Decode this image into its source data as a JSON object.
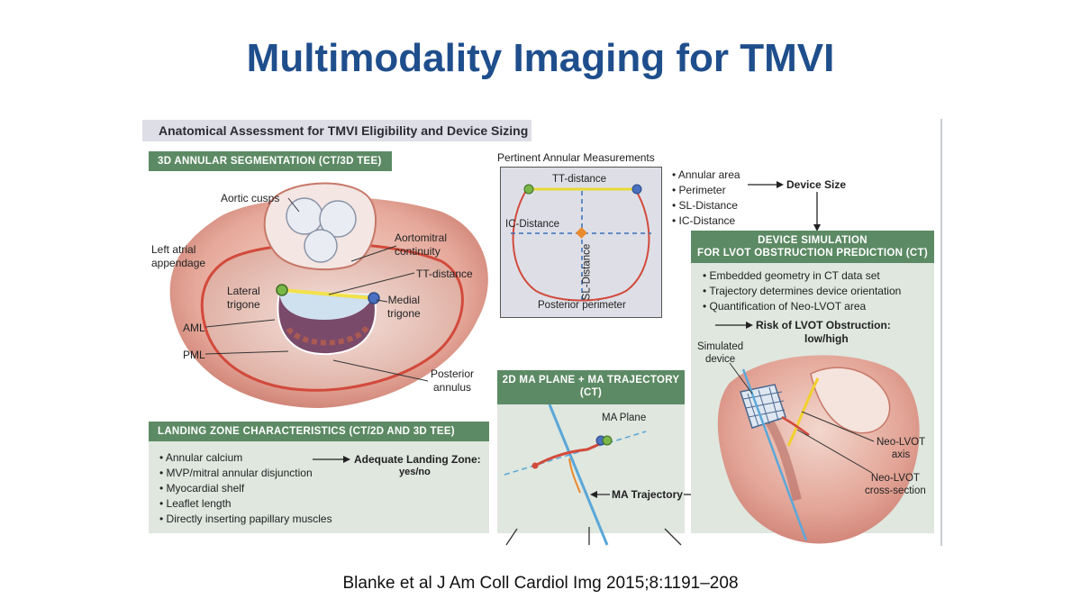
{
  "title": "Multimodality Imaging for TMVI",
  "citation": "Blanke et al J Am Coll Cardiol Img 2015;8:1191–208",
  "figure": {
    "header": "Anatomical Assessment for TMVI Eligibility and Device Sizing",
    "segmentation": {
      "heading": "3D ANNULAR SEGMENTATION (CT/3D TEE)",
      "labels": {
        "aortic_cusps": "Aortic cusps",
        "left_atrial_appendage": "Left atrial\nappendage",
        "aortomitral_continuity": "Aortomitral\ncontinuity",
        "tt_distance": "TT-distance",
        "lateral_trigone": "Lateral\ntrigone",
        "medial_trigone": "Medial\ntrigone",
        "aml": "AML",
        "pml": "PML",
        "posterior_annulus": "Posterior\nannulus"
      }
    },
    "measurements": {
      "heading": "Pertinent Annular Measurements",
      "tt_distance": "TT-distance",
      "ic_distance": "IC-Distance",
      "sl_distance": "SL-Distance",
      "posterior_perimeter": "Posterior perimeter",
      "bullets": [
        "Annular area",
        "Perimeter",
        "SL-Distance",
        "IC-Distance"
      ],
      "device_size": "Device Size"
    },
    "landing_zone": {
      "heading": "LANDING ZONE CHARACTERISTICS (CT/2D AND 3D TEE)",
      "bullets": [
        "Annular calcium",
        "MVP/mitral annular disjunction",
        "Myocardial shelf",
        "Leaflet length",
        "Directly inserting papillary muscles"
      ],
      "result_label": "Adequate Landing Zone:",
      "result_value": "yes/no"
    },
    "ma_plane": {
      "heading_line1": "2D MA PLANE + MA TRAJECTORY",
      "heading_line2": "(CT)",
      "ma_plane_label": "MA Plane",
      "ma_trajectory_label": "MA Trajectory"
    },
    "simulation": {
      "heading_line1": "DEVICE SIMULATION",
      "heading_line2": "FOR LVOT OBSTRUCTION PREDICTION (CT)",
      "bullets": [
        "Embedded geometry in CT data set",
        "Trajectory determines device orientation",
        "Quantification of Neo-LVOT area"
      ],
      "risk_label": "Risk of LVOT Obstruction:",
      "risk_value": "low/high",
      "simulated_device": "Simulated\ndevice",
      "neo_lvot_axis": "Neo-LVOT\naxis",
      "neo_lvot_cross_section": "Neo-LVOT\ncross-section"
    }
  },
  "colors": {
    "title": "#1f4e8c",
    "section_green": "#5c8a64",
    "panel_bg": "#dfe7df",
    "annulus_red": "#d24a3c",
    "trigone_green": "#7ab648",
    "trigone_blue": "#4a70c0",
    "tt_yellow": "#f2e14a"
  }
}
